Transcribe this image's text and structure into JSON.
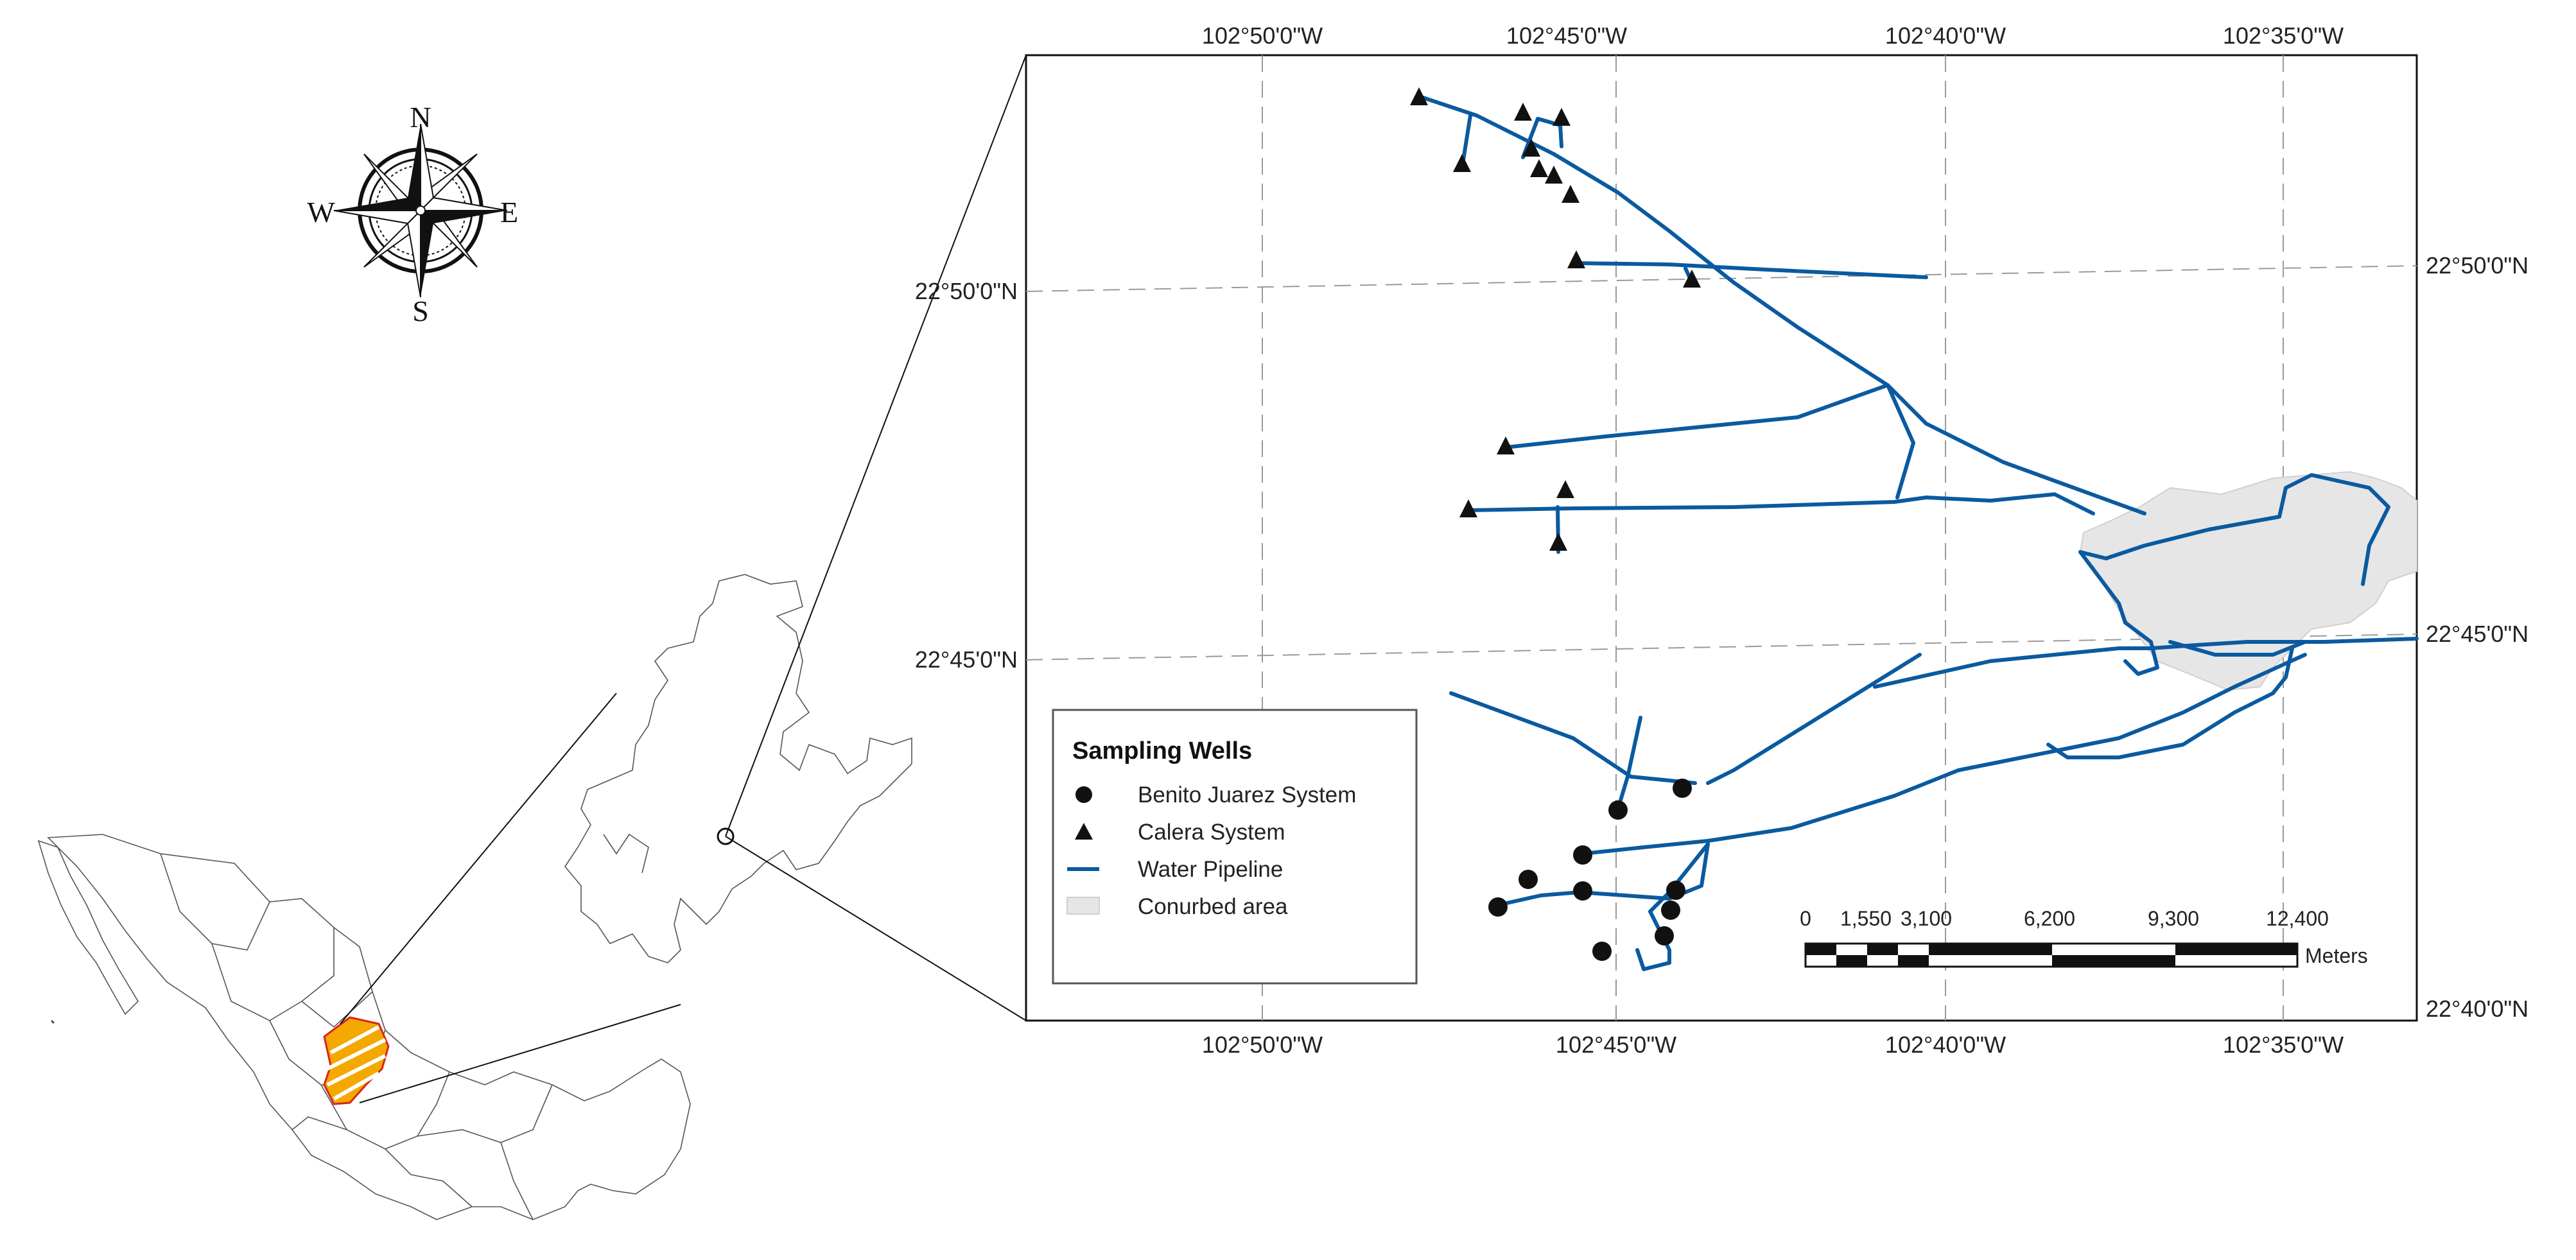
{
  "compass": {
    "north": "N",
    "south": "S",
    "east": "E",
    "west": "W"
  },
  "top_longitude_labels": [
    "102°50'0\"W",
    "102°45'0\"W",
    "102°40'0\"W",
    "102°35'0\"W"
  ],
  "top_longitude_labels_offset": "102°45'0\"W",
  "bottom_longitude_labels": [
    "102°50'0\"W",
    "102°45'0\"W",
    "102°40'0\"W",
    "102°35'0\"W"
  ],
  "left_latitude_labels": [
    "22°50'0\"N",
    "22°45'0\"N"
  ],
  "right_latitude_labels": [
    "22°50'0\"N",
    "22°45'0\"N",
    "22°40'0\"N"
  ],
  "legend": {
    "title": "Sampling Wells",
    "items": [
      {
        "label": "Benito Juarez System",
        "symbol": "circle"
      },
      {
        "label": "Calera System",
        "symbol": "triangle"
      },
      {
        "label": "Water Pipeline",
        "symbol": "line",
        "color": "#0a5aa0"
      },
      {
        "label": "Conurbed area",
        "symbol": "area",
        "color": "#e6e6e6"
      }
    ]
  },
  "scale_bar": {
    "labels": [
      "0",
      "1,550",
      "3,100",
      "6,200",
      "9,300",
      "12,400"
    ],
    "unit": "Meters"
  },
  "colors": {
    "pipeline": "#0a5aa0",
    "conurbed_area": "#e6e6e6",
    "study_region_fill": "#f5a800",
    "study_region_outline": "#d9241c"
  }
}
